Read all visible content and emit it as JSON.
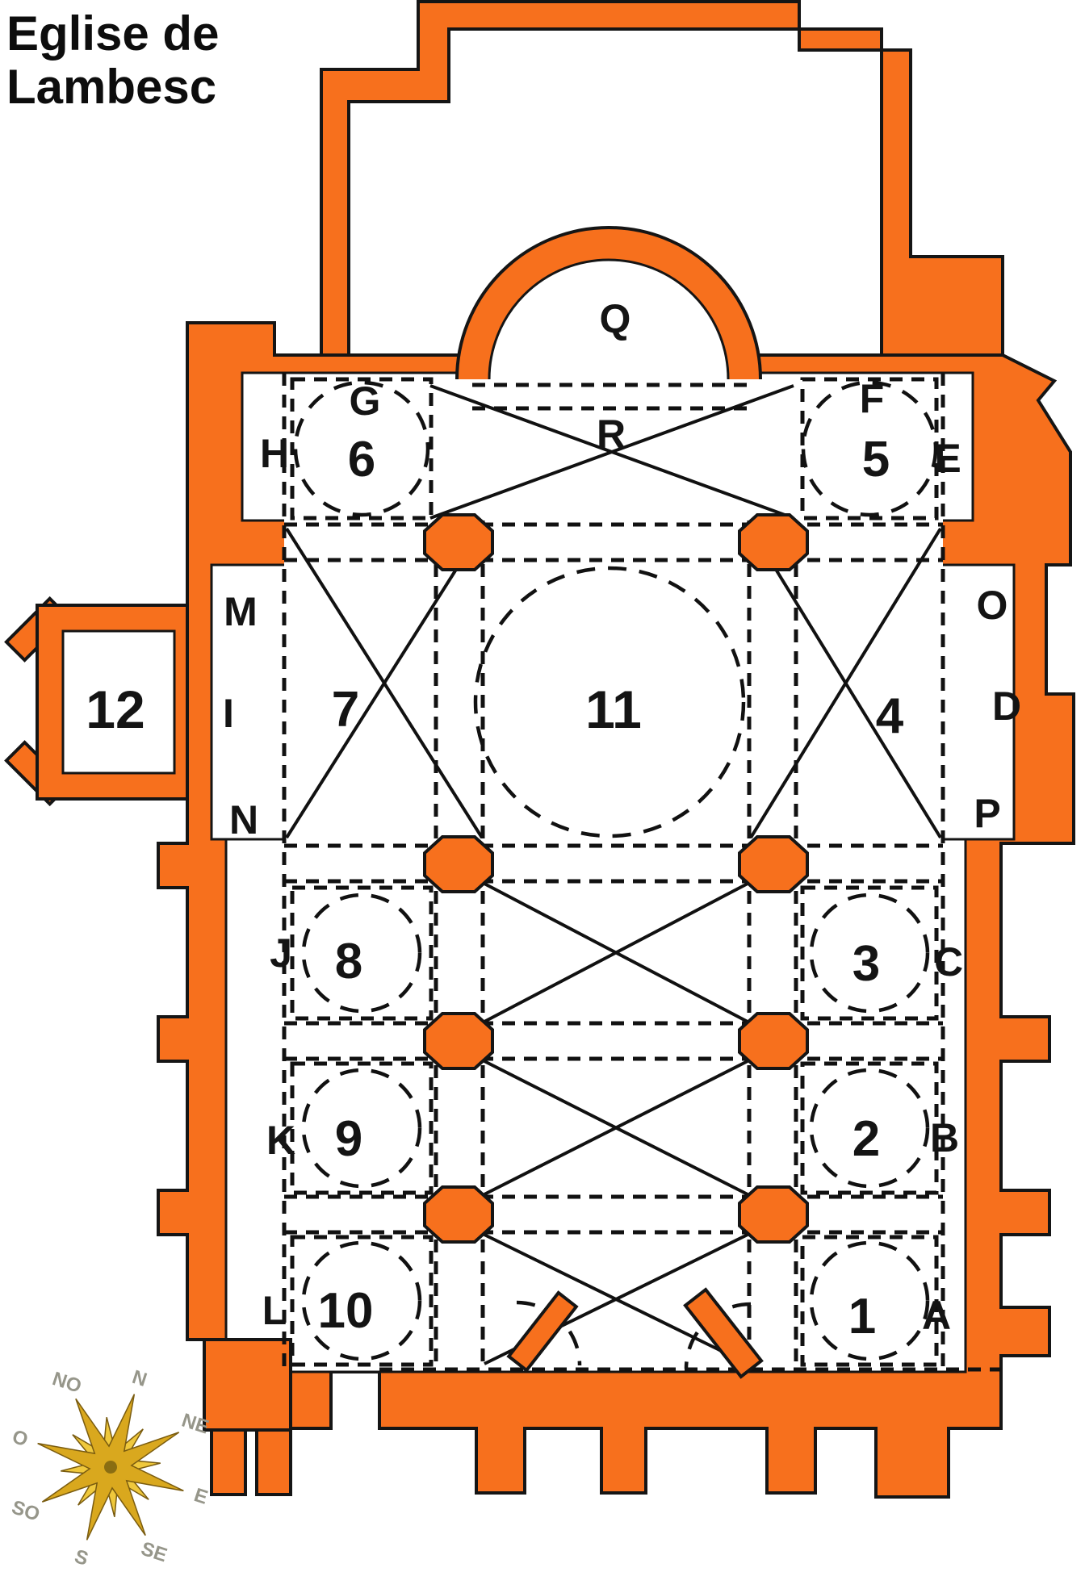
{
  "title": {
    "line1": "Eglise de",
    "line2": "Lambesc"
  },
  "colors": {
    "wall": "#f7701d",
    "outline": "#151515",
    "background": "#ffffff",
    "compass_gold_dark": "#d9a81e",
    "compass_gold_light": "#efc83c",
    "compass_letter": "#96968a"
  },
  "plan": {
    "numbers": {
      "n1": "1",
      "n2": "2",
      "n3": "3",
      "n4": "4",
      "n5": "5",
      "n6": "6",
      "n7": "7",
      "n8": "8",
      "n9": "9",
      "n10": "10",
      "n11": "11",
      "n12": "12"
    },
    "letters": {
      "a": "A",
      "b": "B",
      "c": "C",
      "d": "D",
      "e": "E",
      "f": "F",
      "g": "G",
      "h": "H",
      "i": "I",
      "j": "J",
      "k": "K",
      "l": "L",
      "m": "M",
      "n": "N",
      "o": "O",
      "p": "P",
      "q": "Q",
      "r": "R"
    }
  },
  "compass": {
    "directions": {
      "n": "N",
      "ne": "NE",
      "e": "E",
      "se": "SE",
      "s": "S",
      "so": "SO",
      "o": "O",
      "no": "NO"
    }
  }
}
